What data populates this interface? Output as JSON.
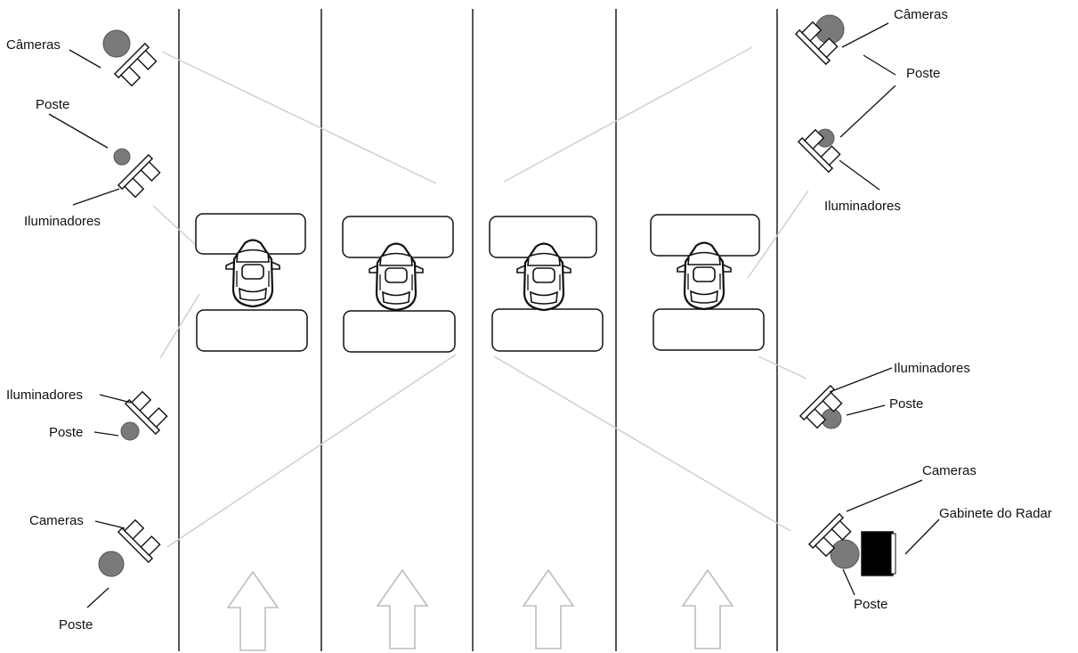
{
  "colors": {
    "background": "#ffffff",
    "lane_line": "#555555",
    "beam": "#cfcfcf",
    "pole": "#7a7a7a",
    "cabinet": "#000000",
    "outline": "#111111",
    "arrow": "#bdbdbd"
  },
  "lanes": {
    "count": 4,
    "arrow_direction": "up",
    "vehicle_icon": "car-top-view-icon",
    "arrow_icon": "up-arrow-icon"
  },
  "labels": {
    "left": {
      "cameras_top": "Câmeras",
      "poste_top": "Poste",
      "iluminadores_top": "Iluminadores",
      "iluminadores_bottom": "Iluminadores",
      "poste_middle": "Poste",
      "cameras_bottom": "Cameras",
      "poste_bottom": "Poste"
    },
    "right": {
      "cameras_top": "Câmeras",
      "poste_top": "Poste",
      "iluminadores_top": "Iluminadores",
      "iluminadores_bottom": "Iluminadores",
      "poste_middle": "Poste",
      "cameras_bottom": "Cameras",
      "gabinete": "Gabinete do Radar",
      "poste_bottom": "Poste"
    }
  }
}
